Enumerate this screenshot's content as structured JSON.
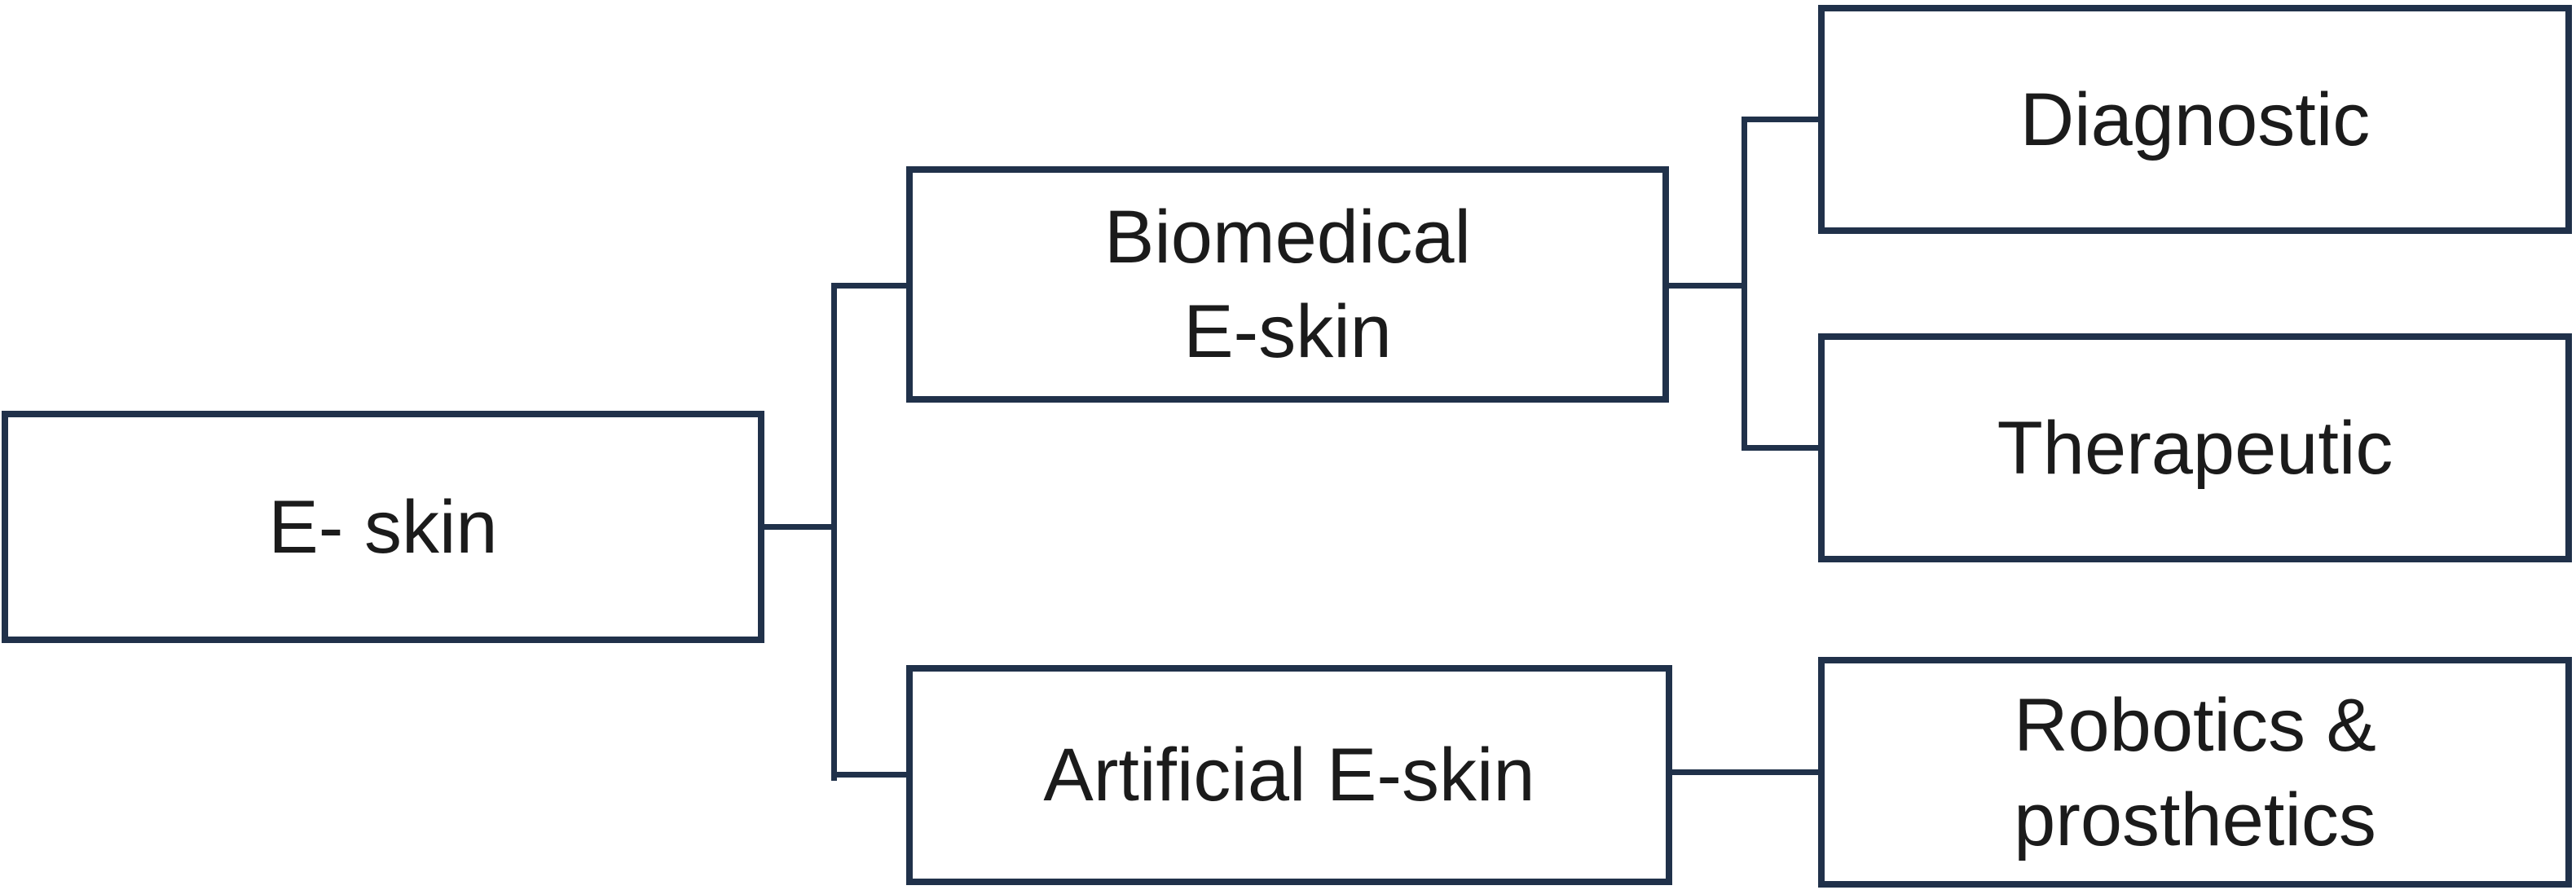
{
  "diagram": {
    "type": "tree",
    "direction": "left-to-right",
    "nodes": {
      "root": {
        "label": "E- skin"
      },
      "biomedical": {
        "line1": "Biomedical",
        "line2": "E-skin"
      },
      "artificial": {
        "label": "Artificial E-skin"
      },
      "diagnostic": {
        "label": "Diagnostic"
      },
      "therapeutic": {
        "label": "Therapeutic"
      },
      "robotics": {
        "line1": "Robotics &",
        "line2": "prosthetics"
      }
    },
    "edges": [
      {
        "from": "E- skin",
        "to": "Biomedical E-skin"
      },
      {
        "from": "E- skin",
        "to": "Artificial E-skin"
      },
      {
        "from": "Biomedical E-skin",
        "to": "Diagnostic"
      },
      {
        "from": "Biomedical E-skin",
        "to": "Therapeutic"
      },
      {
        "from": "Artificial E-skin",
        "to": "Robotics & prosthetics"
      }
    ],
    "colors": {
      "box_border": "#20314a",
      "connector": "#20314a",
      "text": "#1b1b1b",
      "background": "#ffffff"
    }
  }
}
